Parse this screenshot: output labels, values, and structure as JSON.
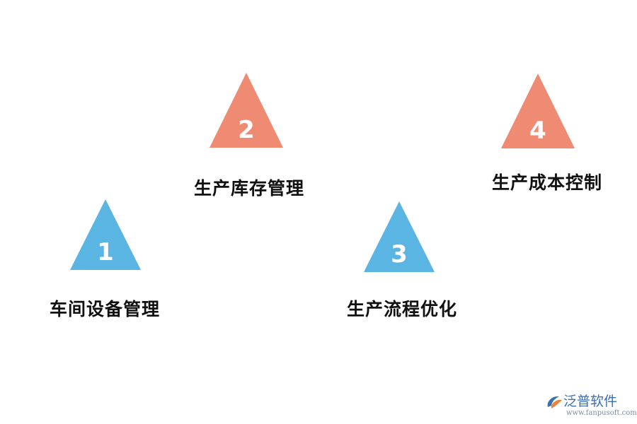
{
  "colors": {
    "blue": "#5bb5e2",
    "salmon": "#ef8b73",
    "label": "#111111"
  },
  "steps": [
    {
      "number": "1",
      "label": "车间设备管理",
      "color": "#5bb5e2"
    },
    {
      "number": "2",
      "label": "生产库存管理",
      "color": "#ef8b73"
    },
    {
      "number": "3",
      "label": "生产流程优化",
      "color": "#5bb5e2"
    },
    {
      "number": "4",
      "label": "生产成本控制",
      "color": "#ef8b73"
    }
  ],
  "logo": {
    "name": "泛普软件",
    "url": "www.fanpusoft.com",
    "icon": "fanpu-logo-icon"
  }
}
